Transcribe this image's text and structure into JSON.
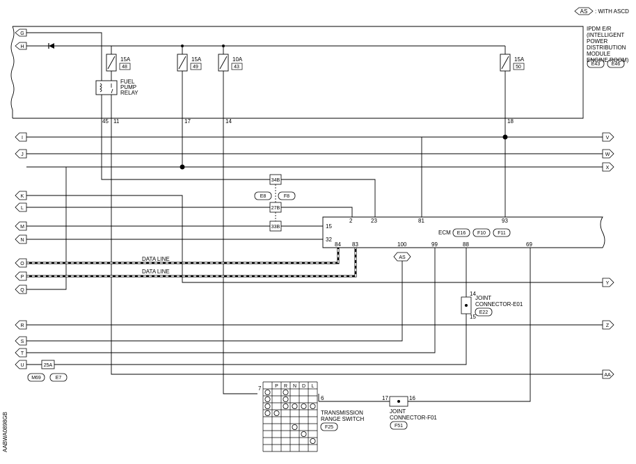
{
  "legend": {
    "tag": "AS",
    "text": ": WITH ASCD"
  },
  "ipdm": {
    "lines": [
      "IPDM E/R",
      "(INTELLIGENT",
      "POWER",
      "DISTRIBUTION",
      "MODULE",
      "ENGINE ROOM)"
    ],
    "connectors": [
      "E43",
      "E46"
    ],
    "inputs": [
      "G",
      "H"
    ],
    "pins": [
      "45",
      "11",
      "17",
      "14",
      "18"
    ],
    "fuses": [
      {
        "amp": "15A",
        "no": "48"
      },
      {
        "amp": "15A",
        "no": "49"
      },
      {
        "amp": "10A",
        "no": "43"
      },
      {
        "amp": "15A",
        "no": "50"
      }
    ],
    "relay": [
      "FUEL",
      "PUMP",
      "RELAY"
    ]
  },
  "left_arrows": [
    "I",
    "J",
    "K",
    "L",
    "M",
    "N",
    "O",
    "P",
    "Q",
    "R",
    "S",
    "T",
    "U"
  ],
  "right_arrows": [
    "V",
    "W",
    "X",
    "Y",
    "Z",
    "AA"
  ],
  "ecm": {
    "label": "ECM",
    "connectors": [
      "E16",
      "F10",
      "F11"
    ],
    "pins": [
      "2",
      "23",
      "81",
      "93",
      "15",
      "32",
      "84",
      "83",
      "100",
      "99",
      "88",
      "69"
    ]
  },
  "inline_connectors": {
    "blocks": [
      "34B",
      "27B",
      "33B"
    ],
    "tags": [
      "E8",
      "F8"
    ]
  },
  "data_lines": [
    "DATA LINE",
    "DATA LINE"
  ],
  "joint_e01": {
    "pins": [
      "14",
      "15"
    ],
    "lines": [
      "JOINT",
      "CONNECTOR-E01"
    ],
    "connector": "E22"
  },
  "joint_f01": {
    "pins": [
      "17",
      "16"
    ],
    "lines": [
      "JOINT",
      "CONNECTOR-F01"
    ],
    "connector": "F51"
  },
  "fuse_25a": {
    "amp": "25A",
    "connectors": [
      "M69",
      "E7"
    ]
  },
  "trs": {
    "pins": [
      "7",
      "6"
    ],
    "positions": [
      "P",
      "R",
      "N",
      "D",
      "L"
    ],
    "lines": [
      "TRANSMISSION",
      "RANGE SWITCH"
    ],
    "connector": "F25"
  },
  "as_tag": "AS",
  "figure_id": "AABWA0898GB"
}
